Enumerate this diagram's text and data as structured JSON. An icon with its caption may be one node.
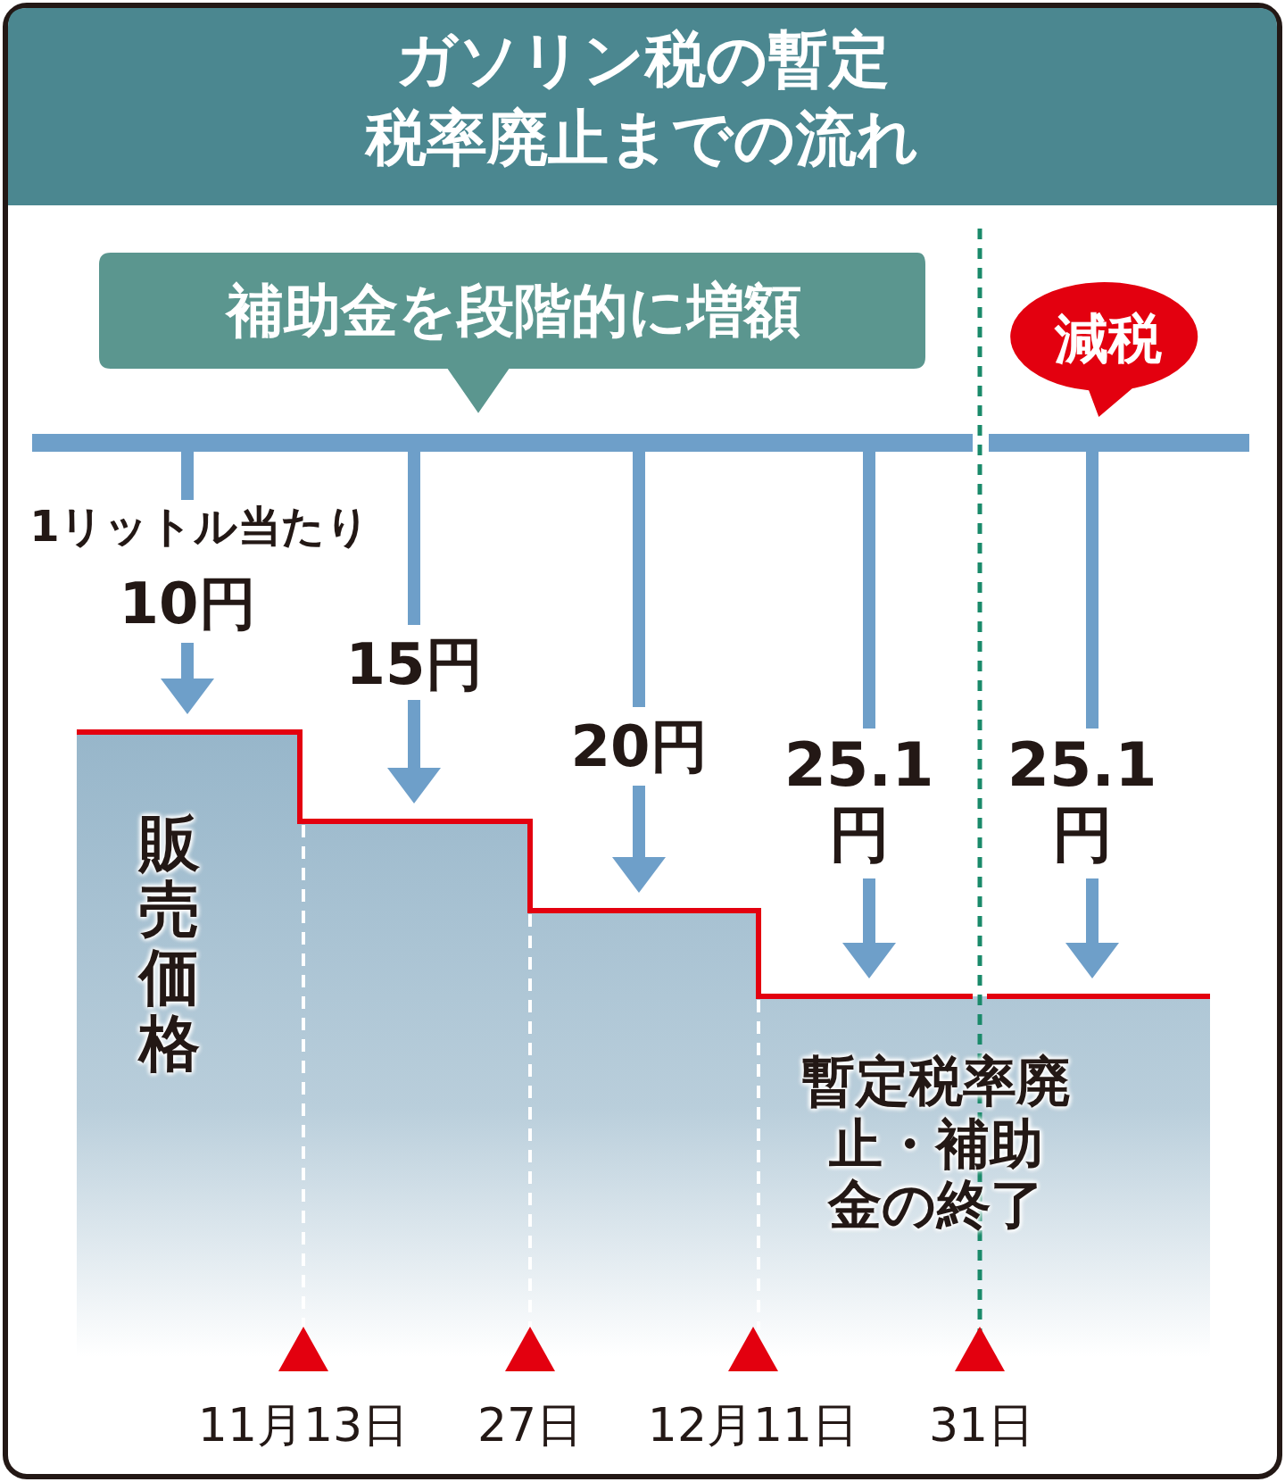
{
  "diagram": {
    "title": "ガソリン税の暫定税率廃止までの流れ",
    "nodes": [
      {
        "text": [
          "補助金を段階的に増額"
        ]
      },
      {
        "text": [
          "減税"
        ]
      }
    ],
    "labels": [
      "1リットル当たり",
      "10円",
      "15円",
      "20円",
      "25.1円",
      "25.1円",
      "販売価格",
      "暫定税率廃止・補助金の終了",
      "11月13日",
      "27日",
      "12月11日",
      "31日"
    ]
  }
}
